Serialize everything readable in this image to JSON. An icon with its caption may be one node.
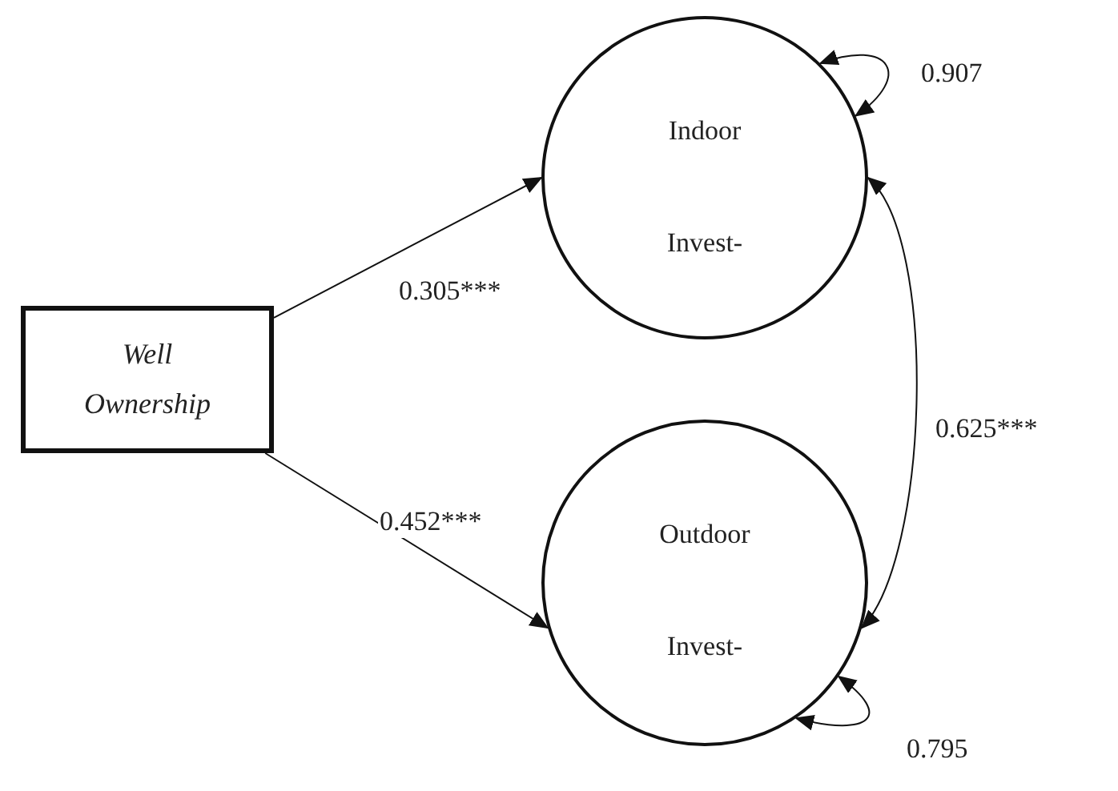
{
  "diagram": {
    "nodes": [
      {
        "text": [
          "Well Ownership"
        ]
      },
      {
        "text": [
          "Indoor",
          "Invest-"
        ]
      },
      {
        "text": [
          "Outdoor",
          "Invest-"
        ]
      }
    ],
    "edges": [
      {
        "from": 0,
        "to": 1,
        "arrow": "to",
        "label": "0.305***"
      },
      {
        "from": 0,
        "to": 2,
        "arrow": "to",
        "label": "0.452***"
      },
      {
        "from": 1,
        "to": 2,
        "arrow": "both",
        "label": "0.625***"
      },
      {
        "from": 1,
        "to": 1,
        "arrow": "both",
        "label": "0.907"
      },
      {
        "from": 2,
        "to": 2,
        "arrow": "both",
        "label": "0.795"
      }
    ]
  }
}
